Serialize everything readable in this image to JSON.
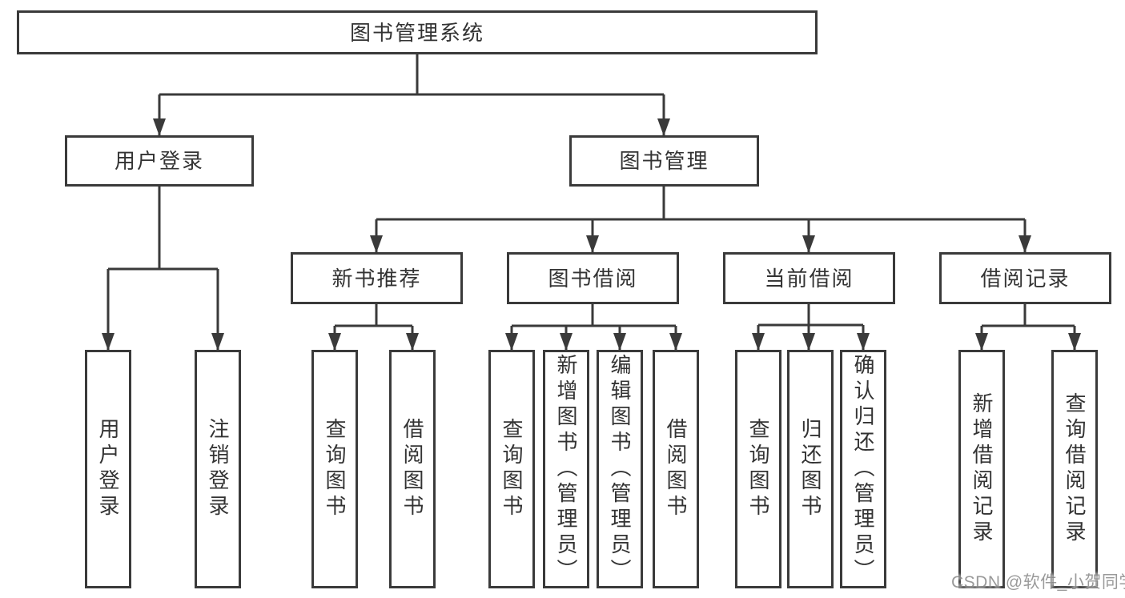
{
  "tree": {
    "label": "图书管理系统",
    "children": [
      {
        "label": "用户登录",
        "children": [
          {
            "label": "用户登录"
          },
          {
            "label": "注销登录"
          }
        ]
      },
      {
        "label": "图书管理",
        "children": [
          {
            "label": "新书推荐",
            "children": [
              {
                "label": "查询图书"
              },
              {
                "label": "借阅图书"
              }
            ]
          },
          {
            "label": "图书借阅",
            "children": [
              {
                "label": "查询图书"
              },
              {
                "label": "新增图书（管理员）"
              },
              {
                "label": "编辑图书（管理员）"
              },
              {
                "label": "借阅图书"
              }
            ]
          },
          {
            "label": "当前借阅",
            "children": [
              {
                "label": "查询图书"
              },
              {
                "label": "归还图书"
              },
              {
                "label": "确认归还（管理员）"
              }
            ]
          },
          {
            "label": "借阅记录",
            "children": [
              {
                "label": "新增借阅记录"
              },
              {
                "label": "查询借阅记录"
              }
            ]
          }
        ]
      }
    ]
  },
  "watermark": {
    "text": "CSDN @软件_小贺同学"
  },
  "colors": {
    "background": "#ffffff",
    "line": "#3a3a3a",
    "text": "#333333",
    "watermark": "#8c8c8c"
  }
}
